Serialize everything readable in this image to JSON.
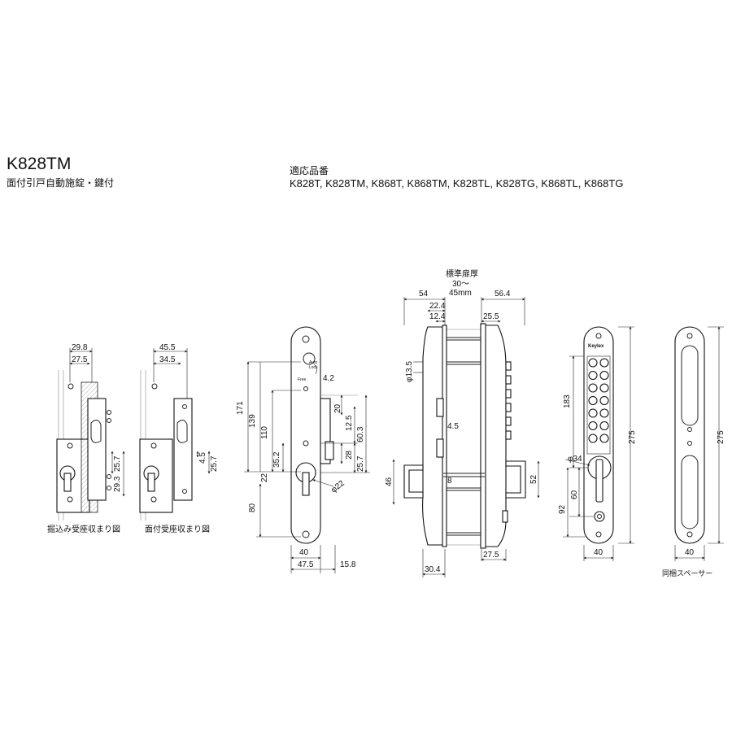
{
  "header": {
    "title": "K828TM",
    "subtitle": "面付引戸自動施錠・鍵付",
    "applicable_label": "適応品番",
    "applicable_models": "K828T, K828TM, K868T, K868TM, K828TL, K828TG, K868TL, K868TG"
  },
  "view1": {
    "caption": "掘込み受座収まり図",
    "dims": [
      "29.8",
      "27.5",
      "25.7",
      "29.3"
    ]
  },
  "view2": {
    "caption": "面付受座収まり図",
    "dims": [
      "45.5",
      "34.5",
      "4.5",
      "25.7"
    ]
  },
  "view3": {
    "labels": {
      "auto_lock": "Auto\nLock",
      "free": "Free"
    },
    "dims": [
      "171",
      "139",
      "110",
      "35.2",
      "22",
      "80",
      "4.2",
      "20",
      "12.5",
      "60.3",
      "28",
      "25.7",
      "φ22",
      "40",
      "47.5",
      "15.8"
    ]
  },
  "view4": {
    "door_thickness_label": "標準扉厚",
    "door_thickness_range": "30～",
    "door_thickness_max": "45mm",
    "dims": [
      "54",
      "22.4",
      "12.4",
      "56.4",
      "25.5",
      "φ13.5",
      "4.5",
      "46",
      "8",
      "52",
      "30.4",
      "27.5"
    ]
  },
  "view5": {
    "brand": "Keylex",
    "dims": [
      "183",
      "275",
      "φ34",
      "60",
      "92",
      "40"
    ]
  },
  "view6": {
    "caption": "同梱スペーサー",
    "dims": [
      "275",
      "40"
    ]
  }
}
